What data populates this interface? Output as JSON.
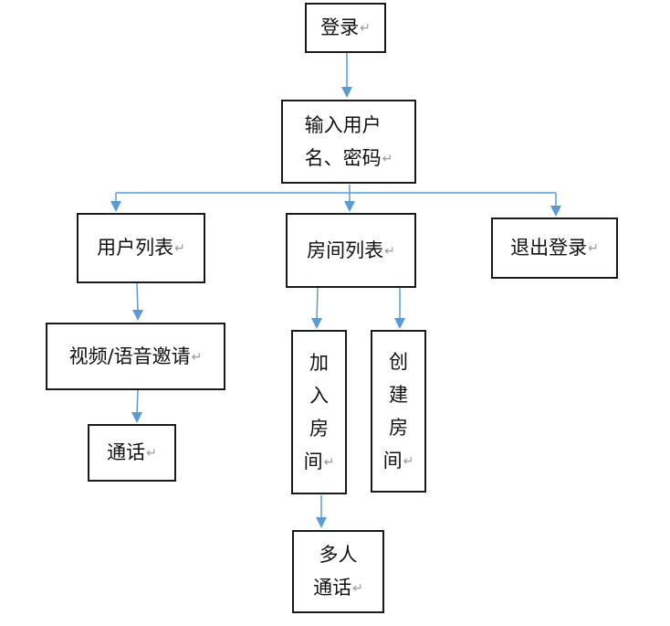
{
  "return_mark": "↵",
  "nodes": {
    "login": "登录",
    "input_credentials": "输入用户\n名、密码",
    "user_list": "用户列表",
    "room_list": "房间列表",
    "logout": "退出登录",
    "video_voice_invite": "视频/语音邀请",
    "call": "通话",
    "join_room": "加\n入\n房\n间",
    "create_room": "创\n建\n房\n间",
    "multi_call": "多人\n通话"
  },
  "colors": {
    "arrow": "#5b9bd5",
    "border": "#1a1a1a",
    "return_mark": "#9a9a9a"
  }
}
